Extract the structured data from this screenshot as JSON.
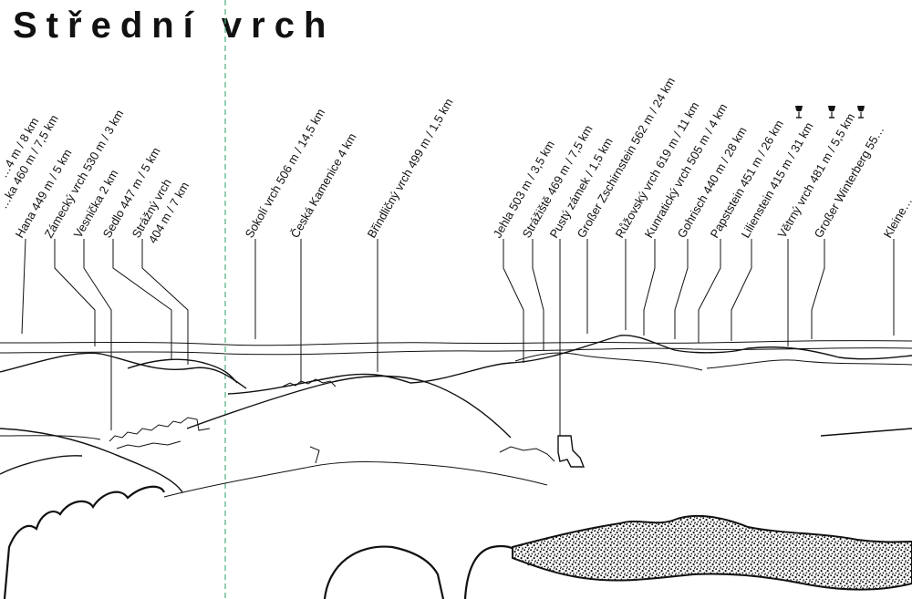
{
  "title": "Střední vrch",
  "colors": {
    "ink": "#111111",
    "separator": "#4caf7f"
  },
  "icons": [
    "wine-glass-icon",
    "wine-glass-icon",
    "wine-glass-icon"
  ],
  "labels": [
    {
      "text": "…4 m / 8 km"
    },
    {
      "text": "…ka 460 m / 7,5 km"
    },
    {
      "text": "Hana 449 m / 5 km"
    },
    {
      "text": "Zámecký vrch 530 m / 3 km"
    },
    {
      "text": "Vesnička 2 km"
    },
    {
      "text": "Sedlo 447 m / 5 km"
    },
    {
      "text": "Strážný vrch",
      "text2": "404 m / 7 km"
    },
    {
      "text": "Sokolí vrch 506 m / 14,5 km"
    },
    {
      "text": "Česká Kamenice 4 km"
    },
    {
      "text": "Břindličný vrch 499 m / 1,5 km"
    },
    {
      "text": "Jehla 503 m / 3,5 km"
    },
    {
      "text": "Strážiště 469 m / 7,5 km"
    },
    {
      "text": "Pustý zámek / 1,5 km"
    },
    {
      "text": "Großer Zschirnstein 562 m / 24 km"
    },
    {
      "text": "Růžovský vrch 619 m / 11 km"
    },
    {
      "text": "Kunratický vrch 505 m / 4 km"
    },
    {
      "text": "Gohrisch 440 m / 28 km"
    },
    {
      "text": "Papststein 451 m / 26 km"
    },
    {
      "text": "Lilienstein 415 m / 31 km"
    },
    {
      "text": "Větrný vrch 481 m / 5,5 km"
    },
    {
      "text": "Großer Winterberg 55…"
    },
    {
      "text": "Kleine…"
    }
  ]
}
